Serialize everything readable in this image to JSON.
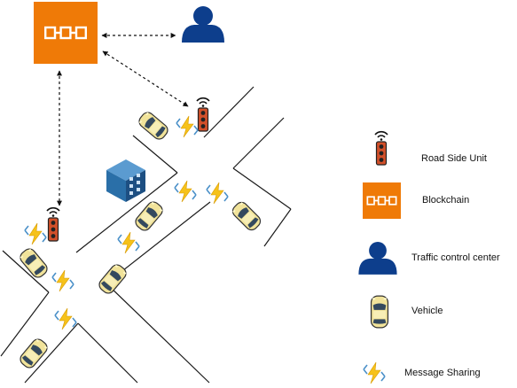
{
  "legend": {
    "items": [
      {
        "key": "road_side_unit",
        "label": "Road Side Unit",
        "icon": "traffic-light-icon"
      },
      {
        "key": "blockchain",
        "label": "Blockchain",
        "icon": "blockchain-icon"
      },
      {
        "key": "traffic_control_center",
        "label": "Traffic control center",
        "icon": "person-icon"
      },
      {
        "key": "vehicle",
        "label": "Vehicle",
        "icon": "car-icon"
      },
      {
        "key": "message_sharing",
        "label": "Message Sharing",
        "icon": "lightning-icon"
      }
    ]
  },
  "colors": {
    "blockchain_orange": "#ef7a07",
    "person_blue": "#0d3e8c",
    "building_blue": "#2a6fa8",
    "car_body": "#f1e39a",
    "car_window": "#34495e",
    "lightning": "#f6c21a",
    "message_frame": "#4a90c8",
    "traffic_light_body": "#d2502a",
    "road_line": "#1a1a1a"
  }
}
